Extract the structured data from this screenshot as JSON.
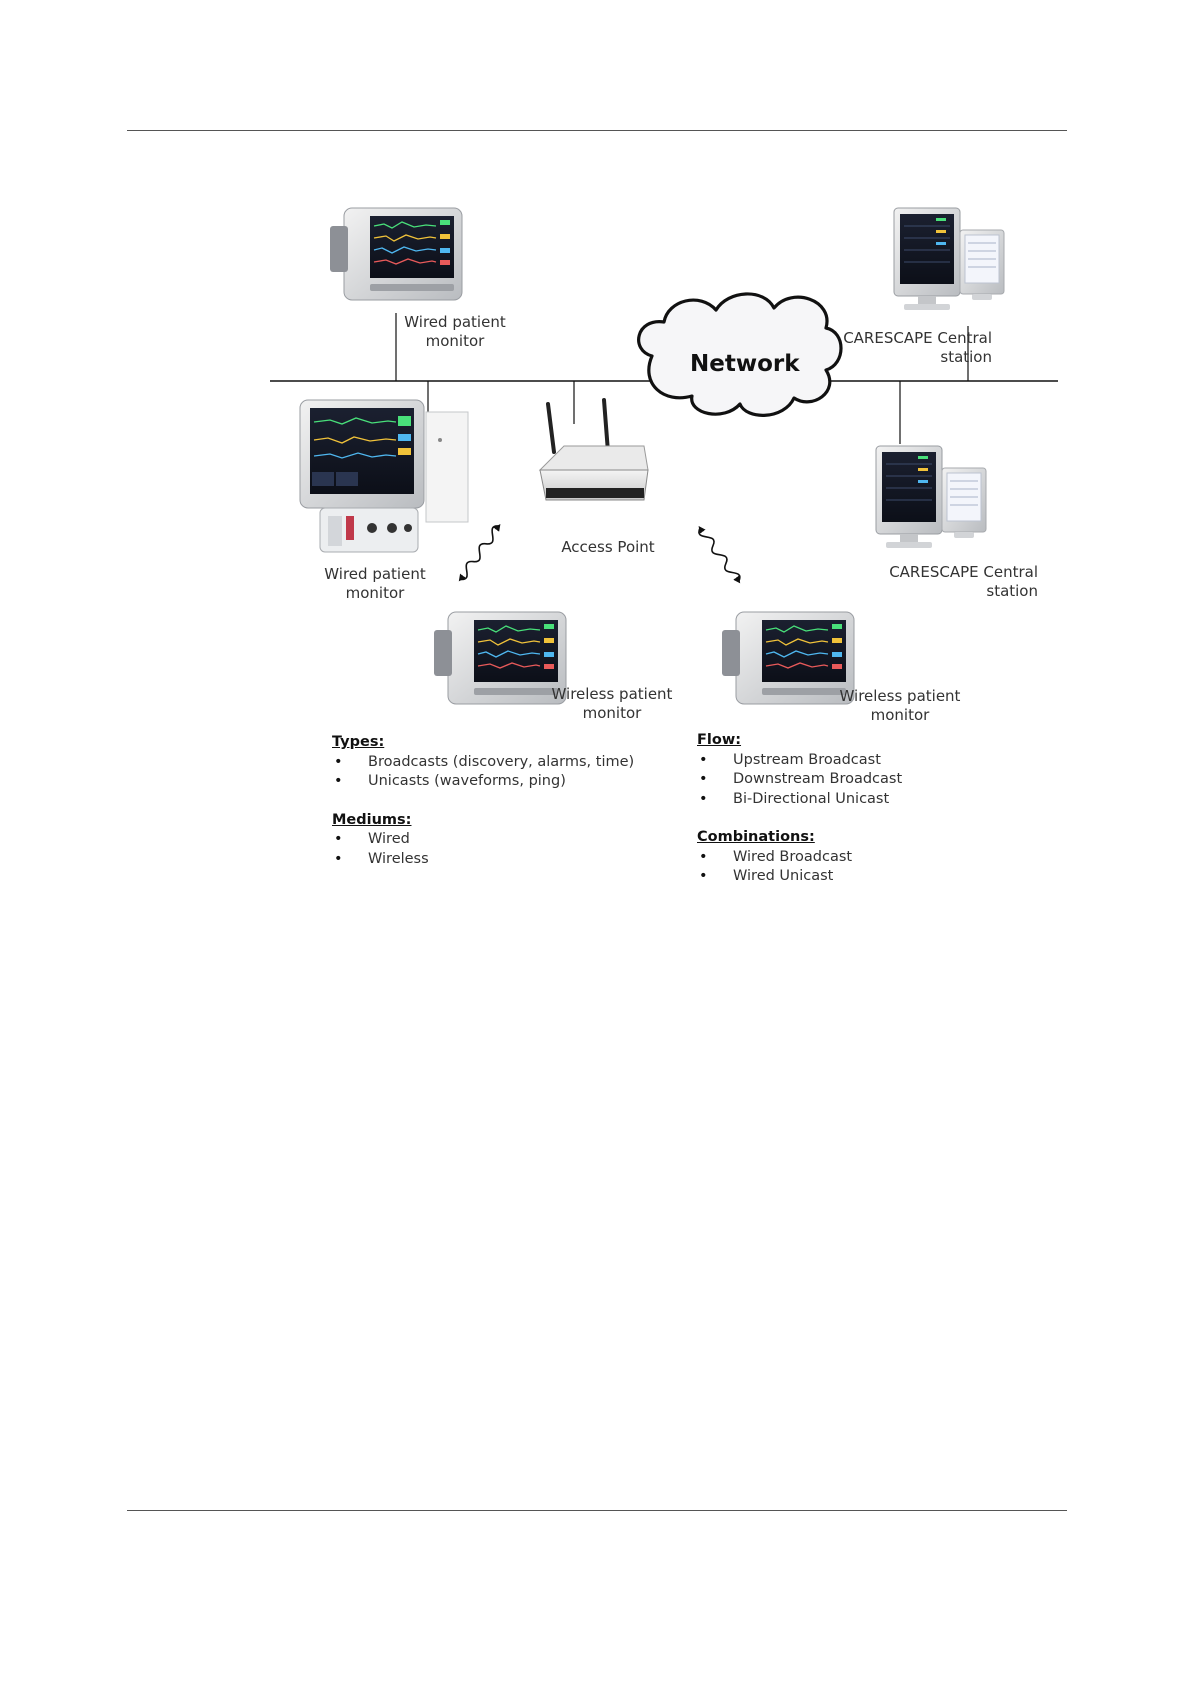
{
  "diagram": {
    "network_label": "Network",
    "devices": {
      "wired_monitor_top": "Wired patient\nmonitor",
      "central_station_top": "CARESCAPE Central\nstation",
      "wired_monitor_left": "Wired patient\nmonitor",
      "access_point": "Access Point",
      "central_station_right": "CARESCAPE Central\nstation",
      "wireless_monitor_left": "Wireless patient\nmonitor",
      "wireless_monitor_right": "Wireless patient\nmonitor"
    }
  },
  "legend_left": {
    "types_heading": "Types:",
    "types": [
      "Broadcasts (discovery, alarms, time)",
      "Unicasts (waveforms, ping)"
    ],
    "mediums_heading": "Mediums:",
    "mediums": [
      "Wired",
      "Wireless"
    ]
  },
  "legend_right": {
    "flow_heading": "Flow:",
    "flow": [
      "Upstream Broadcast",
      "Downstream Broadcast",
      "Bi-Directional Unicast"
    ],
    "combinations_heading": "Combinations:",
    "combinations": [
      "Wired Broadcast",
      "Wired Unicast"
    ]
  }
}
